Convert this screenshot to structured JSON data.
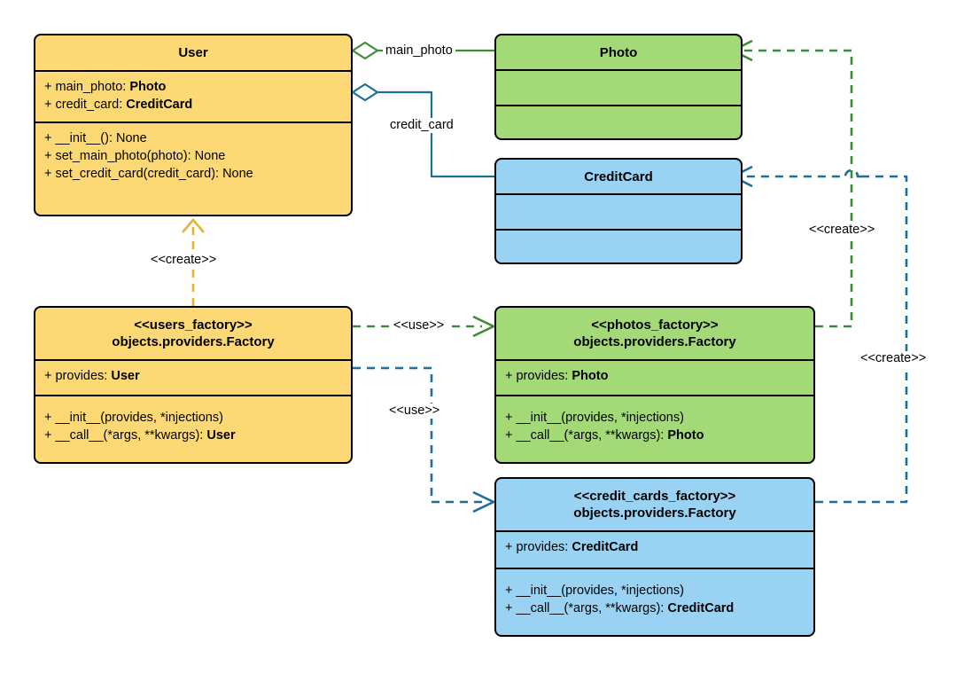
{
  "diagram": {
    "title": "UML class diagram - Factory providers",
    "colors": {
      "yellow": "#FCD975",
      "green": "#A3D977",
      "blue": "#99D2F2",
      "green_line": "#3D8B37",
      "blue_line": "#1C6E99",
      "yellow_line": "#E5B32E",
      "outline": "#000000",
      "background": "#FFFFFF"
    }
  },
  "classes": {
    "user": {
      "name": "User",
      "attributes": [
        {
          "text_plain": "+ main_photo: ",
          "text_bold": "Photo"
        },
        {
          "text_plain": "+ credit_card: ",
          "text_bold": "CreditCard"
        }
      ],
      "methods": [
        {
          "text_plain": "+ __init__(): None",
          "text_bold": ""
        },
        {
          "text_plain": "+ set_main_photo(photo): None",
          "text_bold": ""
        },
        {
          "text_plain": "+ set_credit_card(credit_card): None",
          "text_bold": ""
        }
      ]
    },
    "photo": {
      "name": "Photo",
      "attributes": [],
      "methods": []
    },
    "credit_card": {
      "name": "CreditCard",
      "attributes": [],
      "methods": []
    },
    "users_factory": {
      "stereotype": "<<users_factory>>",
      "name": "objects.providers.Factory",
      "attributes": [
        {
          "text_plain": "+ provides: ",
          "text_bold": "User"
        }
      ],
      "methods": [
        {
          "text_plain": "+ __init__(provides, *injections)",
          "text_bold": ""
        },
        {
          "text_plain": "+ __call__(*args, **kwargs): ",
          "text_bold": "User"
        }
      ]
    },
    "photos_factory": {
      "stereotype": "<<photos_factory>>",
      "name": "objects.providers.Factory",
      "attributes": [
        {
          "text_plain": "+ provides: ",
          "text_bold": "Photo"
        }
      ],
      "methods": [
        {
          "text_plain": "+ __init__(provides, *injections)",
          "text_bold": ""
        },
        {
          "text_plain": "+ __call__(*args, **kwargs): ",
          "text_bold": "Photo"
        }
      ]
    },
    "credit_cards_factory": {
      "stereotype": "<<credit_cards_factory>>",
      "name": "objects.providers.Factory",
      "attributes": [
        {
          "text_plain": "+ provides: ",
          "text_bold": "CreditCard"
        }
      ],
      "methods": [
        {
          "text_plain": "+ __init__(provides, *injections)",
          "text_bold": ""
        },
        {
          "text_plain": "+ __call__(*args, **kwargs): ",
          "text_bold": "CreditCard"
        }
      ]
    }
  },
  "relationships": [
    {
      "id": "user-main-photo",
      "kind": "aggregation",
      "label": "main_photo",
      "from": "user",
      "to": "photo",
      "color": "#3D8B37"
    },
    {
      "id": "user-credit-card",
      "kind": "aggregation",
      "label": "credit_card",
      "from": "user",
      "to": "credit_card",
      "color": "#1C6E99"
    },
    {
      "id": "users-factory-creates-user",
      "kind": "dependency",
      "label": "<<create>>",
      "from": "users_factory",
      "to": "user",
      "color": "#E5B32E"
    },
    {
      "id": "users-factory-uses-photos-factory",
      "kind": "dependency",
      "label": "<<use>>",
      "from": "users_factory",
      "to": "photos_factory",
      "color": "#3D8B37"
    },
    {
      "id": "users-factory-uses-credit-cards-factory",
      "kind": "dependency",
      "label": "<<use>>",
      "from": "users_factory",
      "to": "credit_cards_factory",
      "color": "#1C6E99"
    },
    {
      "id": "photos-factory-creates-photo",
      "kind": "dependency",
      "label": "<<create>>",
      "from": "photos_factory",
      "to": "photo",
      "color": "#3D8B37"
    },
    {
      "id": "credit-cards-factory-creates-credit-card",
      "kind": "dependency",
      "label": "<<create>>",
      "from": "credit_cards_factory",
      "to": "credit_card",
      "color": "#1C6E99"
    }
  ],
  "edge_labels": {
    "main_photo": "main_photo",
    "credit_card": "credit_card",
    "create_user": "<<create>>",
    "use_photos": "<<use>>",
    "use_credit_cards": "<<use>>",
    "create_photo": "<<create>>",
    "create_credit_card": "<<create>>"
  }
}
